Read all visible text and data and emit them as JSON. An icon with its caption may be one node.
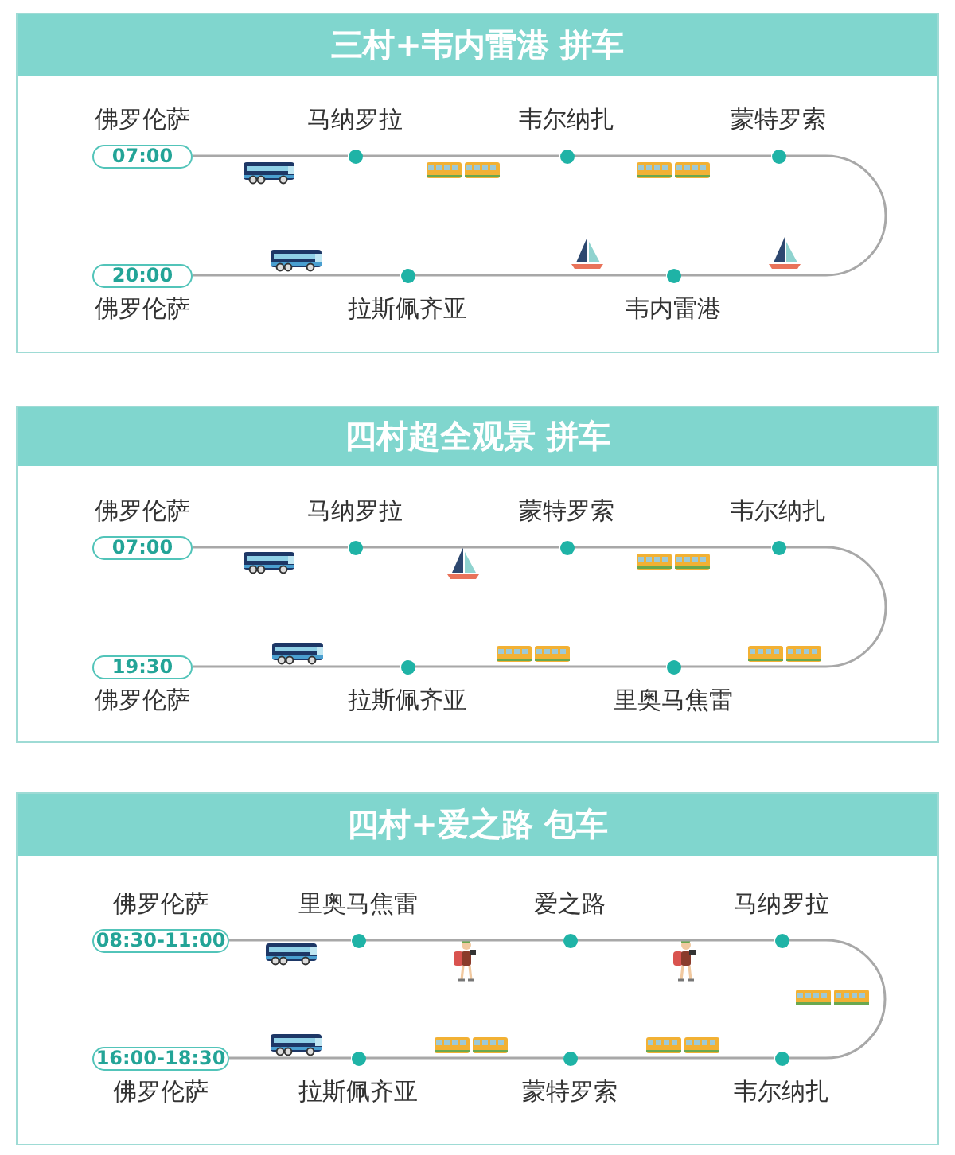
{
  "diagram": {
    "nodes": [
      {
        "text": [
          "三村+韦内雷港 拼车"
        ]
      },
      {
        "text": [
          "07:00"
        ],
        "beside": [
          "佛罗伦萨"
        ],
        "in": 0
      },
      {
        "text": [],
        "shape": "circle",
        "beside": [
          "马纳罗拉"
        ],
        "in": 0
      },
      {
        "text": [],
        "shape": "circle",
        "beside": [
          "韦尔纳扎"
        ],
        "in": 0
      },
      {
        "text": [],
        "shape": "circle",
        "beside": [
          "蒙特罗索"
        ],
        "in": 0
      },
      {
        "text": [],
        "shape": "circle",
        "beside": [
          "韦内雷港"
        ],
        "in": 0
      },
      {
        "text": [],
        "shape": "circle",
        "beside": [
          "拉斯佩齐亚"
        ],
        "in": 0
      },
      {
        "text": [
          "20:00"
        ],
        "beside": [
          "佛罗伦萨"
        ],
        "in": 0
      },
      {
        "text": [
          "四村超全观景 拼车"
        ]
      },
      {
        "text": [
          "07:00"
        ],
        "beside": [
          "佛罗伦萨"
        ],
        "in": 8
      },
      {
        "text": [],
        "shape": "circle",
        "beside": [
          "马纳罗拉"
        ],
        "in": 8
      },
      {
        "text": [],
        "shape": "circle",
        "beside": [
          "蒙特罗索"
        ],
        "in": 8
      },
      {
        "text": [],
        "shape": "circle",
        "beside": [
          "韦尔纳扎"
        ],
        "in": 8
      },
      {
        "text": [],
        "shape": "circle",
        "beside": [
          "里奥马焦雷"
        ],
        "in": 8
      },
      {
        "text": [],
        "shape": "circle",
        "beside": [
          "拉斯佩齐亚"
        ],
        "in": 8
      },
      {
        "text": [
          "19:30"
        ],
        "beside": [
          "佛罗伦萨"
        ],
        "in": 8
      },
      {
        "text": [
          "四村+爱之路 包车"
        ]
      },
      {
        "text": [
          "08:30-11:00"
        ],
        "beside": [
          "佛罗伦萨"
        ],
        "in": 16
      },
      {
        "text": [],
        "shape": "circle",
        "beside": [
          "里奥马焦雷"
        ],
        "in": 16
      },
      {
        "text": [],
        "shape": "circle",
        "beside": [
          "爱之路"
        ],
        "in": 16
      },
      {
        "text": [],
        "shape": "circle",
        "beside": [
          "马纳罗拉"
        ],
        "in": 16
      },
      {
        "text": [],
        "shape": "circle",
        "beside": [
          "韦尔纳扎"
        ],
        "in": 16
      },
      {
        "text": [],
        "shape": "circle",
        "beside": [
          "蒙特罗索"
        ],
        "in": 16
      },
      {
        "text": [],
        "shape": "circle",
        "beside": [
          "拉斯佩齐亚"
        ],
        "in": 16
      },
      {
        "text": [
          "16:00-18:30"
        ],
        "beside": [
          "佛罗伦萨"
        ],
        "in": 16
      }
    ],
    "edges": [
      {
        "from": 1,
        "to": 2,
        "arrow": "none"
      },
      {
        "from": 2,
        "to": 3,
        "arrow": "none"
      },
      {
        "from": 3,
        "to": 4,
        "arrow": "none"
      },
      {
        "from": 4,
        "to": 5,
        "arrow": "none"
      },
      {
        "from": 5,
        "to": 6,
        "arrow": "none"
      },
      {
        "from": 6,
        "to": 7,
        "arrow": "none"
      },
      {
        "from": 9,
        "to": 10,
        "arrow": "none"
      },
      {
        "from": 10,
        "to": 11,
        "arrow": "none"
      },
      {
        "from": 11,
        "to": 12,
        "arrow": "none"
      },
      {
        "from": 12,
        "to": 13,
        "arrow": "none"
      },
      {
        "from": 13,
        "to": 14,
        "arrow": "none"
      },
      {
        "from": 14,
        "to": 15,
        "arrow": "none"
      },
      {
        "from": 17,
        "to": 18,
        "arrow": "none"
      },
      {
        "from": 18,
        "to": 19,
        "arrow": "none"
      },
      {
        "from": 19,
        "to": 20,
        "arrow": "none"
      },
      {
        "from": 20,
        "to": 21,
        "arrow": "none"
      },
      {
        "from": 21,
        "to": 22,
        "arrow": "none"
      },
      {
        "from": 22,
        "to": 23,
        "arrow": "none"
      },
      {
        "from": 23,
        "to": 24,
        "arrow": "none"
      }
    ]
  }
}
